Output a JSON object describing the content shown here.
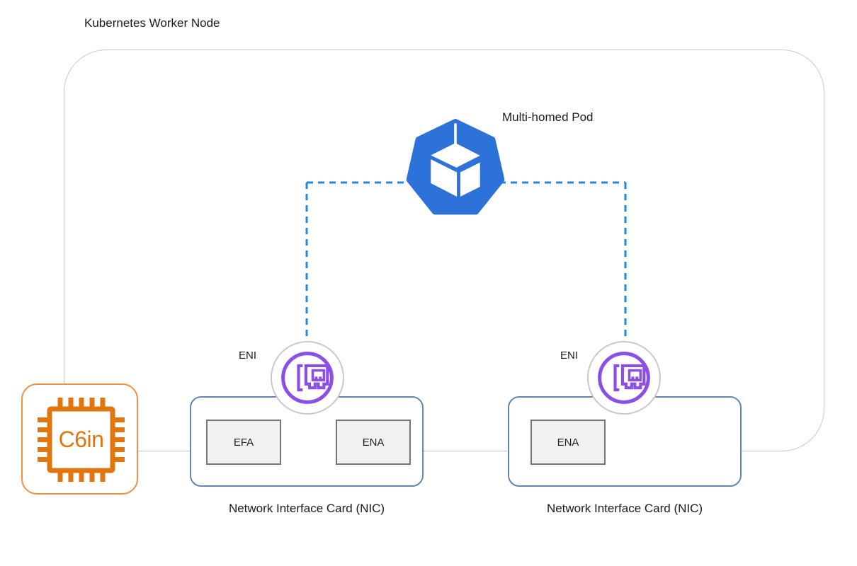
{
  "worker_node": {
    "title": "Kubernetes Worker Node"
  },
  "pod": {
    "label": "Multi-homed Pod",
    "icon": "kubernetes-pod-icon"
  },
  "eni_left": {
    "label": "ENI",
    "icon": "elastic-network-interface-icon"
  },
  "eni_right": {
    "label": "ENI",
    "icon": "elastic-network-interface-icon"
  },
  "nic_left": {
    "label": "Network Interface Card (NIC)",
    "adapters": [
      "EFA",
      "ENA"
    ]
  },
  "nic_right": {
    "label": "Network Interface Card (NIC)",
    "adapters": [
      "ENA"
    ]
  },
  "instance": {
    "label": "C6in",
    "icon": "ec2-instance-chip-icon"
  },
  "colors": {
    "k8s_blue": "#2D72D8",
    "dash_blue": "#1E88E5",
    "eni_purple": "#8B4FE8",
    "boundary_gray": "#C9C9C9",
    "nic_border_blue": "#6286B4",
    "adapter_border_gray": "#757575",
    "adapter_fill_gray": "#F1F1F1",
    "instance_orange": "#E2760E",
    "instance_border_orange": "#F09142",
    "text_dark": "#1A1A1A"
  }
}
